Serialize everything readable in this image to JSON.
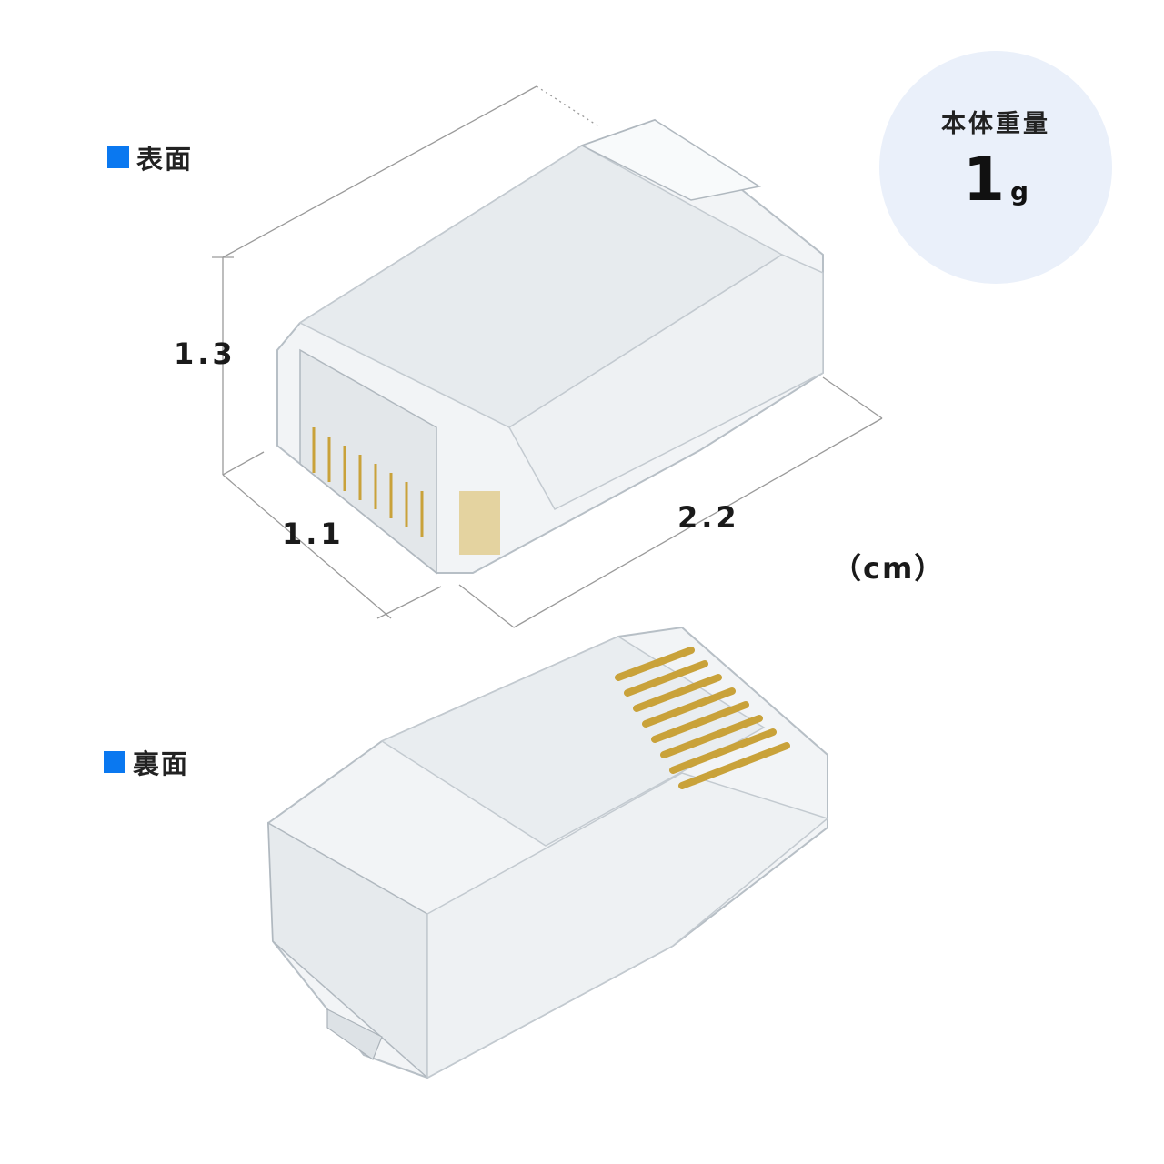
{
  "labels": {
    "front": "表面",
    "back": "裏面"
  },
  "dimensions": {
    "height": "1.3",
    "width": "1.1",
    "length": "2.2",
    "unit": "（cm）"
  },
  "weight": {
    "title": "本体重量",
    "value": "1",
    "unit": "g"
  },
  "colors": {
    "label_square": "#0a78f0",
    "badge_background": "#eaf0fa",
    "contacts": "#c9a23a"
  }
}
